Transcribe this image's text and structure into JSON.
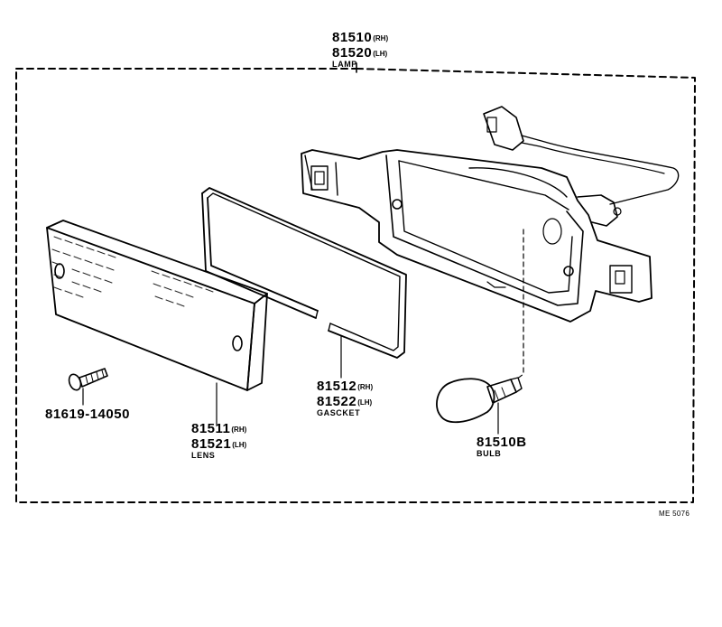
{
  "lamp": {
    "num1": "81510",
    "side1": "(RH)",
    "num2": "81520",
    "side2": "(LH)",
    "caption": "LAMP"
  },
  "gasket": {
    "num1": "81512",
    "side1": "(RH)",
    "num2": "81522",
    "side2": "(LH)",
    "caption": "GASCKET"
  },
  "lens": {
    "num1": "81511",
    "side1": "(RH)",
    "num2": "81521",
    "side2": "(LH)",
    "caption": "LENS"
  },
  "screw": {
    "num": "81619-14050"
  },
  "bulb": {
    "num": "81510B",
    "caption": "BULB"
  },
  "drawing_code": "ME 5076"
}
